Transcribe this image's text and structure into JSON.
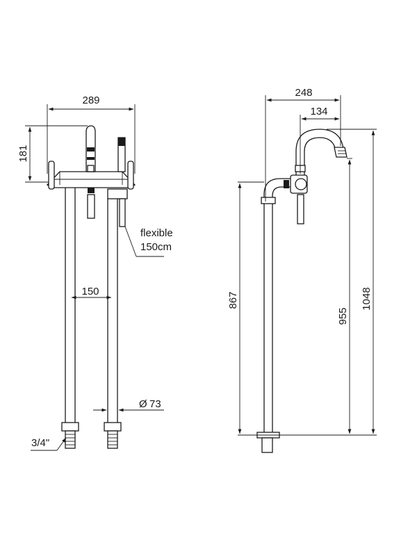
{
  "front_view": {
    "width_label": "289",
    "height_label": "181",
    "spacing_label": "150",
    "diameter_symbol": "Ø",
    "diameter_label": "73",
    "thread_label": "3/4\"",
    "hose_label_line1": "flexible",
    "hose_label_line2": "150cm"
  },
  "side_view": {
    "reach_label": "248",
    "spout_reach_label": "134",
    "body_height_label": "867",
    "spout_height_label": "955",
    "total_height_label": "1048"
  },
  "colors": {
    "line": "#1a1a1a",
    "background": "#ffffff"
  }
}
